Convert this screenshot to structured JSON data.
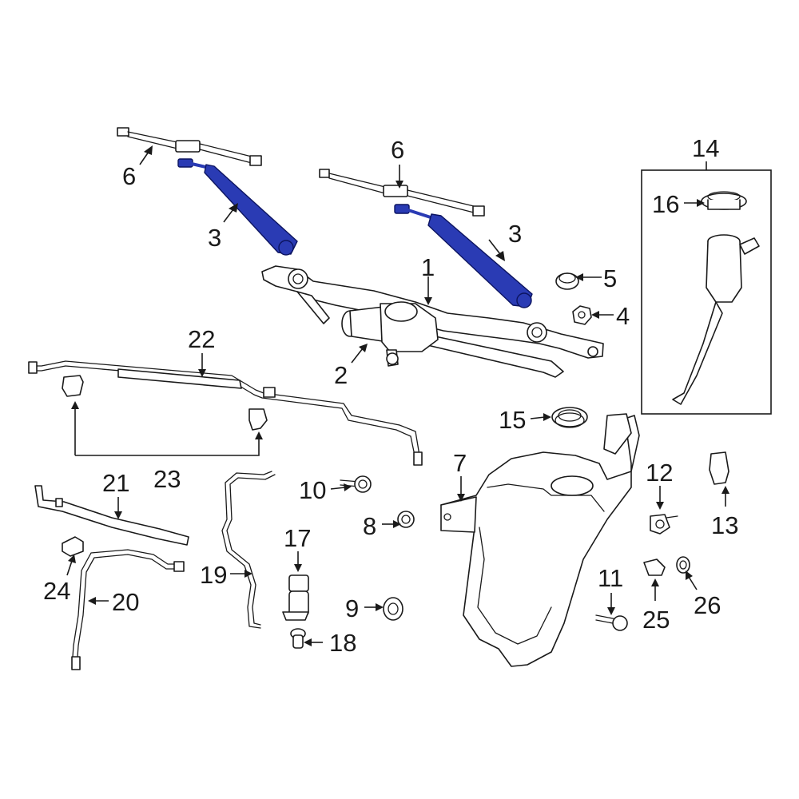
{
  "diagram": {
    "highlight_color": "#2a3bb4",
    "callouts": {
      "c1": "1",
      "c2": "2",
      "c3a": "3",
      "c3b": "3",
      "c4": "4",
      "c5": "5",
      "c6a": "6",
      "c6b": "6",
      "c7": "7",
      "c8": "8",
      "c9": "9",
      "c10": "10",
      "c11": "11",
      "c12": "12",
      "c13": "13",
      "c14": "14",
      "c15": "15",
      "c16": "16",
      "c17": "17",
      "c18": "18",
      "c19": "19",
      "c20": "20",
      "c21": "21",
      "c22": "22",
      "c23": "23",
      "c24": "24",
      "c25": "25",
      "c26": "26"
    }
  }
}
